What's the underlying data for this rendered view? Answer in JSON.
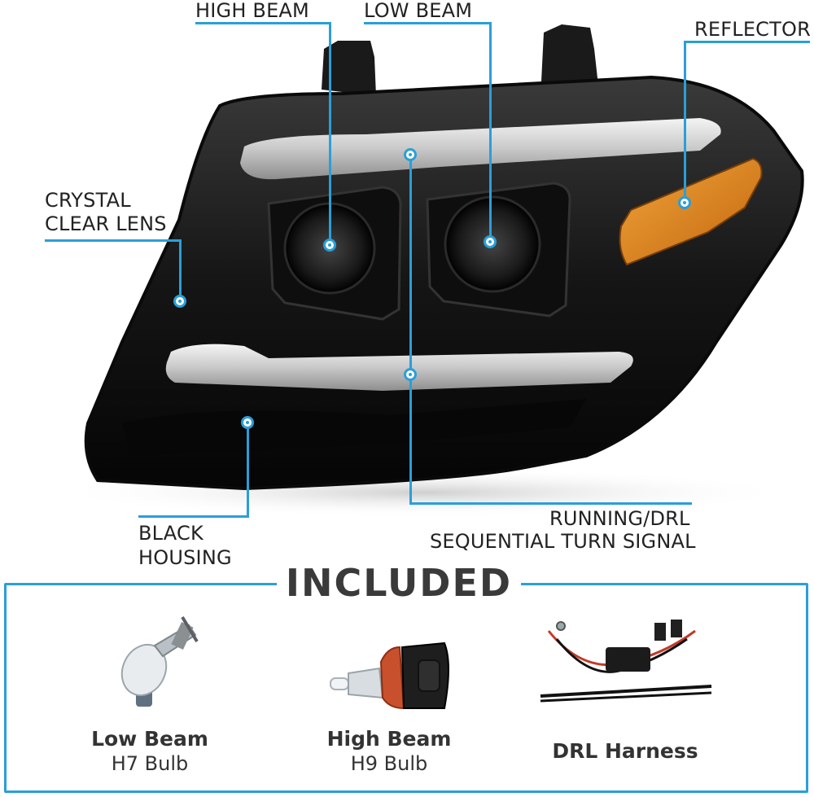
{
  "callouts": {
    "high_beam": "HIGH BEAM",
    "low_beam": "LOW BEAM",
    "reflector": "REFLECTOR",
    "crystal_line1": "CRYSTAL",
    "crystal_line2": "CLEAR LENS",
    "running_line1": "RUNNING/DRL",
    "running_line2": "SEQUENTIAL TURN SIGNAL",
    "housing_line1": "BLACK",
    "housing_line2": "HOUSING"
  },
  "included": {
    "title": "INCLUDED",
    "items": [
      {
        "title": "Low Beam",
        "subtitle": "H7 Bulb",
        "icon": "h7-bulb-icon"
      },
      {
        "title": "High Beam",
        "subtitle": "H9 Bulb",
        "icon": "h9-bulb-icon"
      },
      {
        "title": "DRL Harness",
        "subtitle": "",
        "icon": "wiring-harness-icon"
      }
    ]
  },
  "colors": {
    "accent": "#2a9fd8",
    "housing": "#111111",
    "reflector": "#e08a1e"
  }
}
